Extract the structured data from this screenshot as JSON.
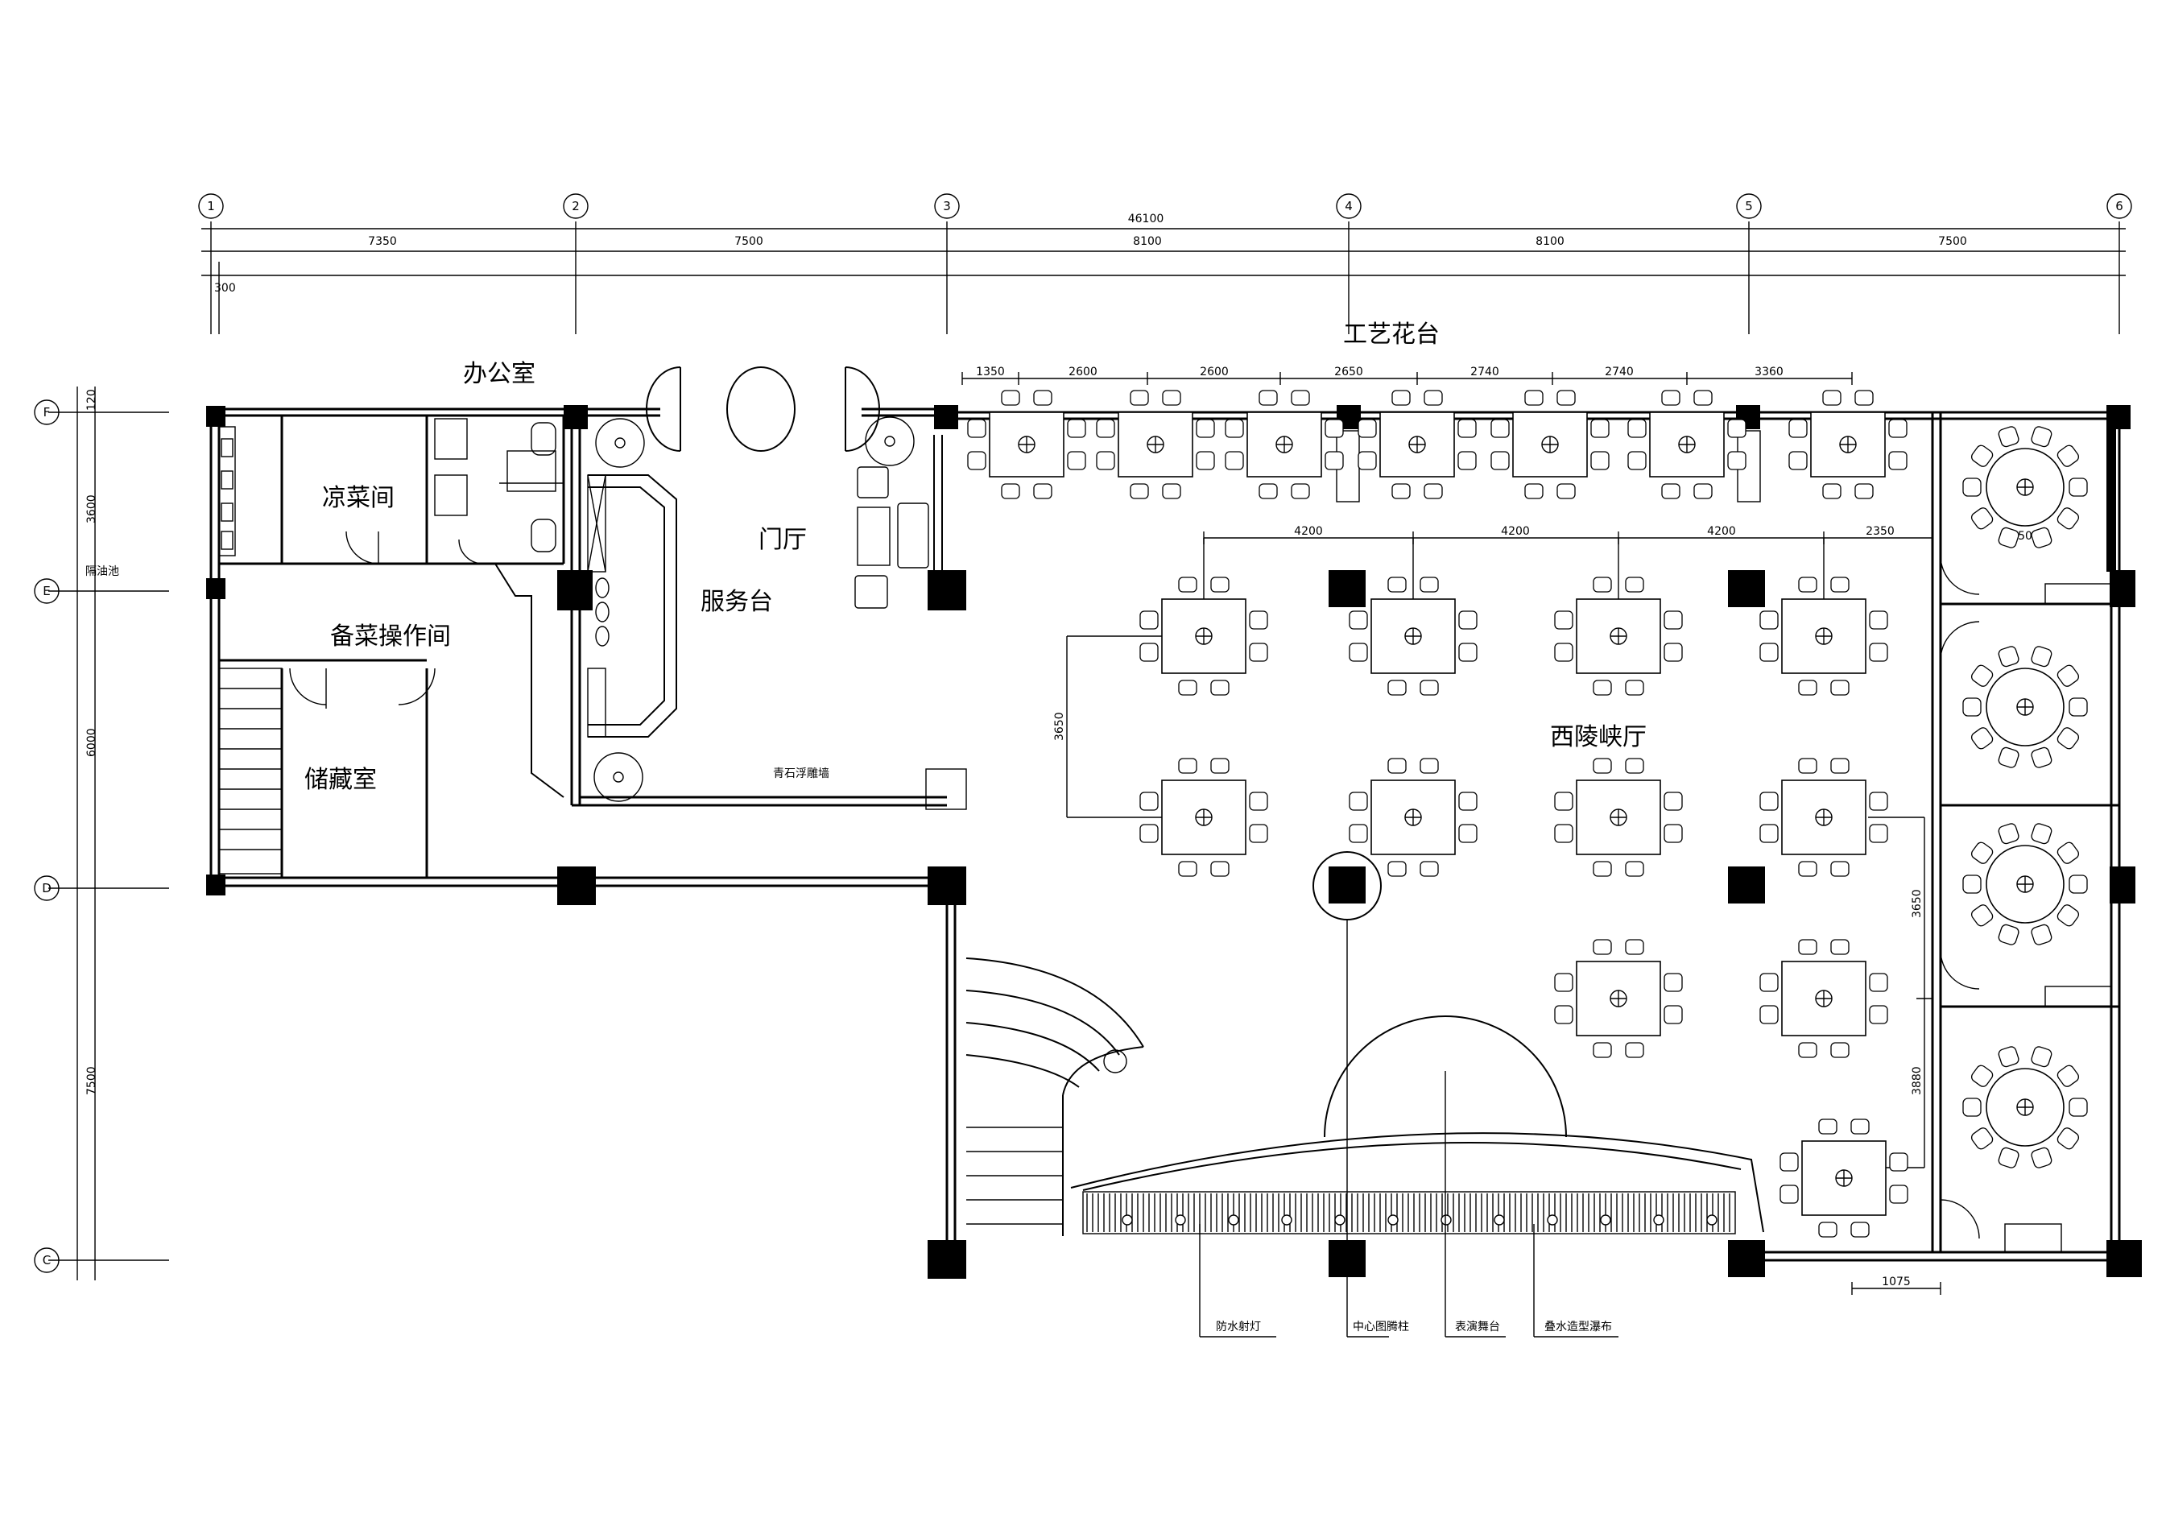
{
  "grid": {
    "columns": [
      "1",
      "2",
      "3",
      "4",
      "5",
      "6"
    ],
    "rows": [
      "F",
      "E",
      "D",
      "C"
    ]
  },
  "dimensions": {
    "total": "46100",
    "spans": [
      "7350",
      "7500",
      "8100",
      "8100",
      "7500"
    ],
    "offset": "300",
    "rowSpans": [
      "120",
      "3600",
      "6000",
      "7500"
    ],
    "flowerSpacing": [
      "1350",
      "2600",
      "2600",
      "2650",
      "2740",
      "2740",
      "3360"
    ],
    "tableSpacing": [
      "4200",
      "4200",
      "4200",
      "2350"
    ],
    "tableRowGap": "3650",
    "rightSpacing": [
      "3650",
      "3880"
    ],
    "roundDim": "2500",
    "bottomDim": "1075"
  },
  "rooms": {
    "office": "办公室",
    "coldDish": "凉菜间",
    "prep": "备菜操作间",
    "storage": "储藏室",
    "foyer": "门厅",
    "service": "服务台",
    "hall": "西陵峡厅",
    "flowerStand": "工艺花台",
    "drain": "隔油池"
  },
  "labels": {
    "reliefWall": "青石浮雕墙",
    "spotlight": "防水射灯",
    "totem": "中心图腾柱",
    "stage": "表演舞台",
    "waterfall": "叠水造型瀑布"
  }
}
